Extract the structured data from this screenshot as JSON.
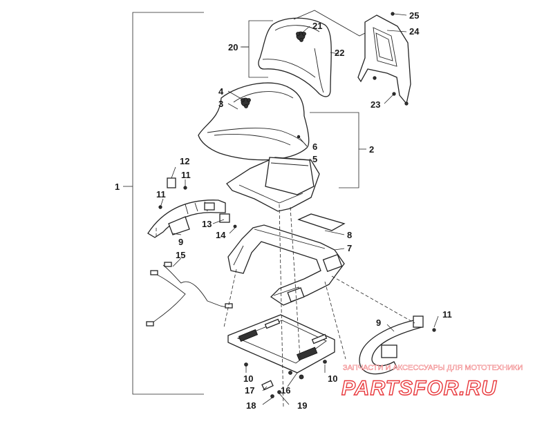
{
  "diagram": {
    "callouts": {
      "c1": "1",
      "c2": "2",
      "c3": "3",
      "c4": "4",
      "c5": "5",
      "c6": "6",
      "c7": "7",
      "c8": "8",
      "c9a": "9",
      "c9b": "9",
      "c10a": "10",
      "c10b": "10",
      "c11a": "11",
      "c11b": "11",
      "c11c": "11",
      "c12": "12",
      "c13": "13",
      "c14": "14",
      "c15": "15",
      "c16": "16",
      "c17": "17",
      "c18": "18",
      "c19": "19",
      "c20": "20",
      "c21": "21",
      "c22": "22",
      "c23": "23",
      "c24": "24",
      "c25": "25"
    }
  },
  "watermark": {
    "tagline": "ЗАПЧАСТИ И АКСЕССУАРЫ ДЛЯ МОТОТЕХНИКИ",
    "logo_text": "PARTSFOR.RU",
    "logo_color": "#e8363a"
  }
}
